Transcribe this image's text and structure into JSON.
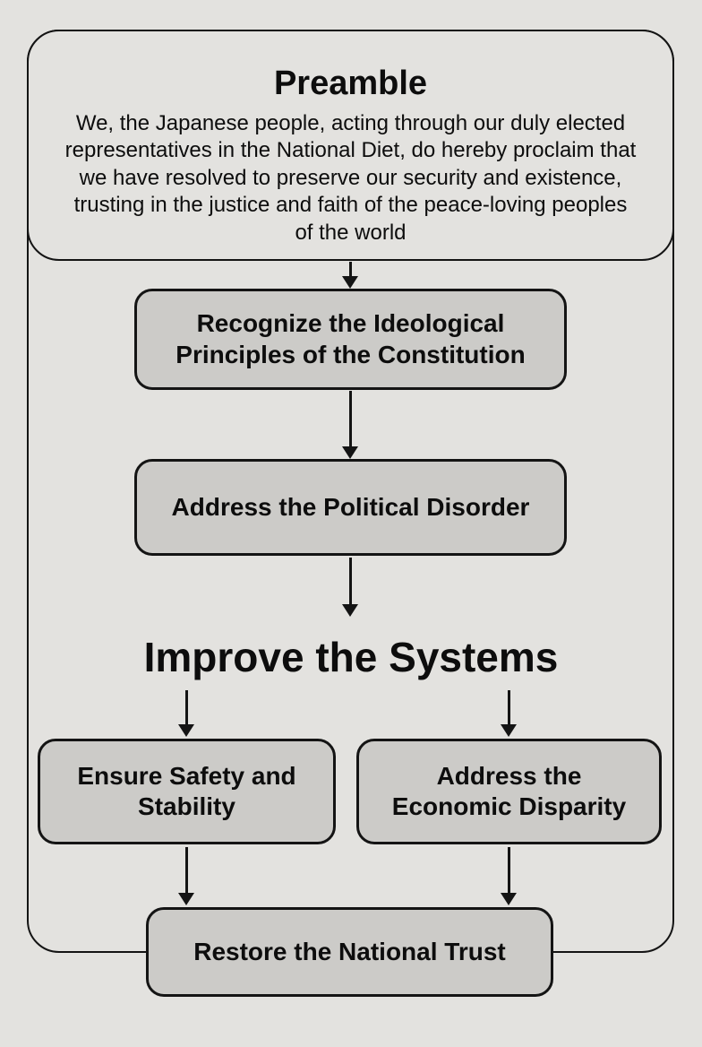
{
  "diagram": {
    "colors": {
      "background": "#e3e2df",
      "box_fill": "#cccbc8",
      "line": "#141414",
      "text": "#0d0d0d"
    },
    "preamble": {
      "title": "Preamble",
      "body": "We, the Japanese people, acting through our duly elected representatives in the National Diet, do hereby proclaim that we have resolved to preserve our security and existence, trusting in the justice and faith of the peace-loving peoples of the world"
    },
    "nodes": {
      "recognize": {
        "label": "Recognize the Ideological Principles of the Constitution"
      },
      "political": {
        "label": "Address the Political Disorder"
      },
      "improve": {
        "label": "Improve the Systems"
      },
      "safety": {
        "label": "Ensure Safety and Stability"
      },
      "economic": {
        "label": "Address the Economic Disparity"
      },
      "trust": {
        "label": "Restore the National Trust"
      }
    }
  }
}
